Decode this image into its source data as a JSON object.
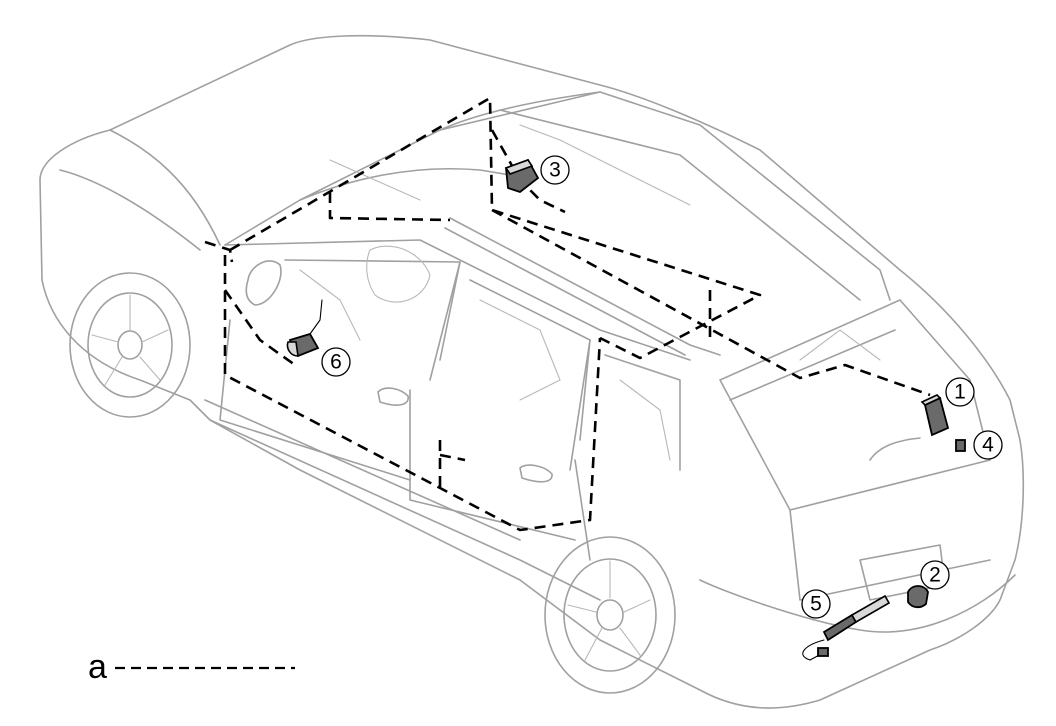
{
  "callouts": [
    {
      "id": "1",
      "label": "1"
    },
    {
      "id": "2",
      "label": "2"
    },
    {
      "id": "3",
      "label": "3"
    },
    {
      "id": "4",
      "label": "4"
    },
    {
      "id": "5",
      "label": "5"
    },
    {
      "id": "6",
      "label": "6"
    }
  ],
  "legend": {
    "symbol": "a",
    "line_style": "dashed"
  },
  "icons": {
    "vehicle": "suv-outline-icon",
    "wiring": "dashed-wire-icon"
  },
  "colors": {
    "vehicle_outline": "#a0a0a0",
    "wiring": "#000000",
    "component": "#6a6a6a"
  }
}
